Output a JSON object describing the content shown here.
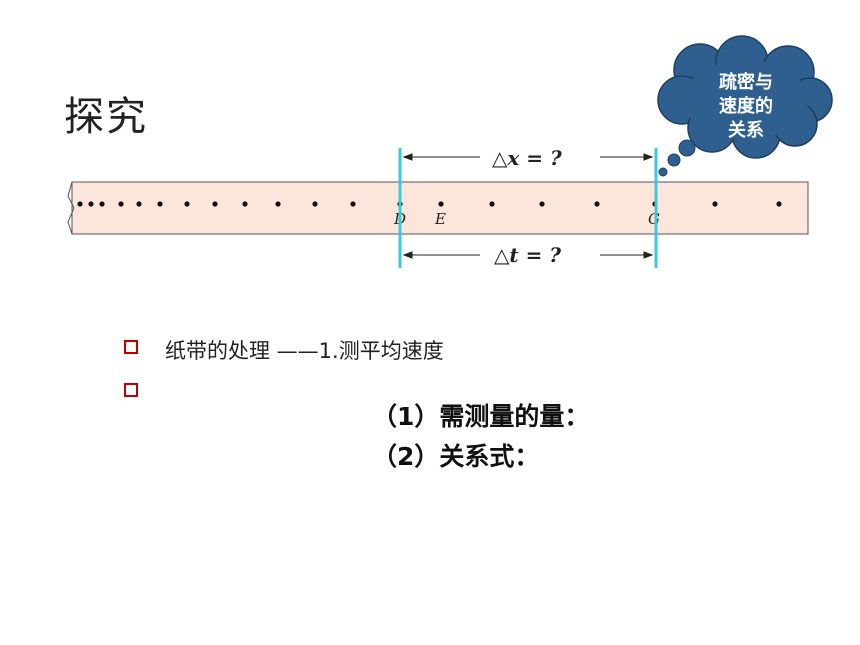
{
  "title": "探究",
  "diagram": {
    "delta_x_label": "△x = ?",
    "delta_t_label": "△t = ?",
    "point_labels": [
      "D",
      "E",
      "G"
    ]
  },
  "callout": {
    "lines": [
      "疏密与",
      "速度的",
      "关系"
    ],
    "fill_color": "#2e5f8f"
  },
  "bullets": [
    {
      "text": "纸带的处理 ——1.测平均速度"
    },
    {
      "text": ""
    }
  ],
  "questions": {
    "q1": "（1）需测量的量：",
    "q2": "（2）关系式："
  },
  "colors": {
    "tape_fill": "#fce6dc",
    "marker_line": "#3cc8d8",
    "bullet_border": "#c00000"
  }
}
